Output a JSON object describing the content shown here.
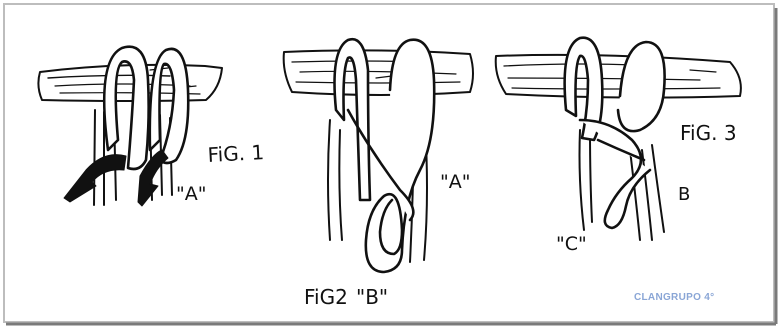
{
  "figures": [
    {
      "id": "fig1",
      "caption": "FiG. 1",
      "labels": [
        "\"A\""
      ]
    },
    {
      "id": "fig2",
      "caption": "FiG2",
      "labels": [
        "\"A\"",
        "\"B\""
      ]
    },
    {
      "id": "fig3",
      "caption": "FiG. 3",
      "labels": [
        "B",
        "\"C\""
      ]
    }
  ],
  "watermark": "CLANGRUPO 4°",
  "colors": {
    "ink": "#111111",
    "background": "#ffffff",
    "border": "#9a9a9a",
    "watermark": "#8aa6d6"
  }
}
